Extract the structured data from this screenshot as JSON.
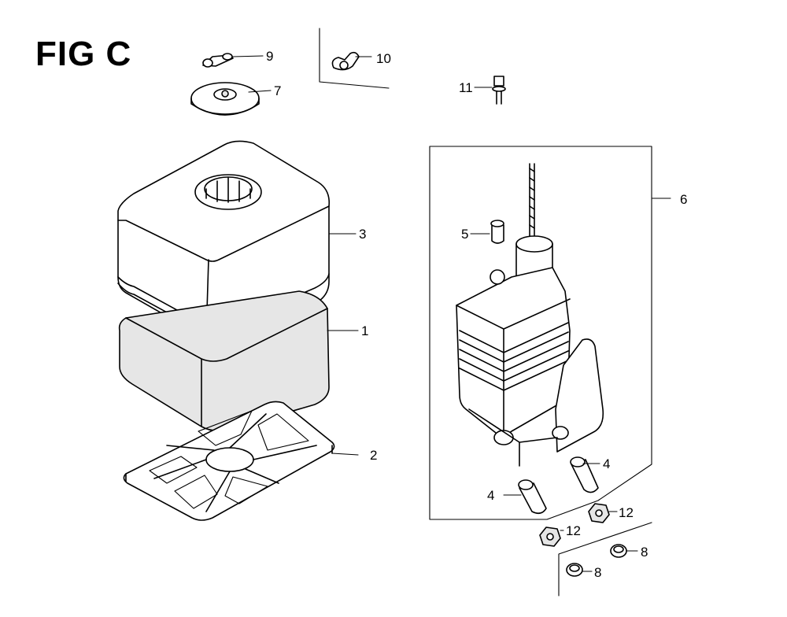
{
  "figure": {
    "title": "FIG C"
  },
  "callouts": [
    {
      "id": "c9",
      "number": "9"
    },
    {
      "id": "c10",
      "number": "10"
    },
    {
      "id": "c7",
      "number": "7"
    },
    {
      "id": "c11",
      "number": "11"
    },
    {
      "id": "c6",
      "number": "6"
    },
    {
      "id": "c3",
      "number": "3"
    },
    {
      "id": "c5",
      "number": "5"
    },
    {
      "id": "c1",
      "number": "1"
    },
    {
      "id": "c2",
      "number": "2"
    },
    {
      "id": "c4a",
      "number": "4"
    },
    {
      "id": "c4b",
      "number": "4"
    },
    {
      "id": "c12a",
      "number": "12"
    },
    {
      "id": "c12b",
      "number": "12"
    },
    {
      "id": "c8a",
      "number": "8"
    },
    {
      "id": "c8b",
      "number": "8"
    }
  ],
  "colors": {
    "line": "#000000",
    "background": "#ffffff"
  }
}
